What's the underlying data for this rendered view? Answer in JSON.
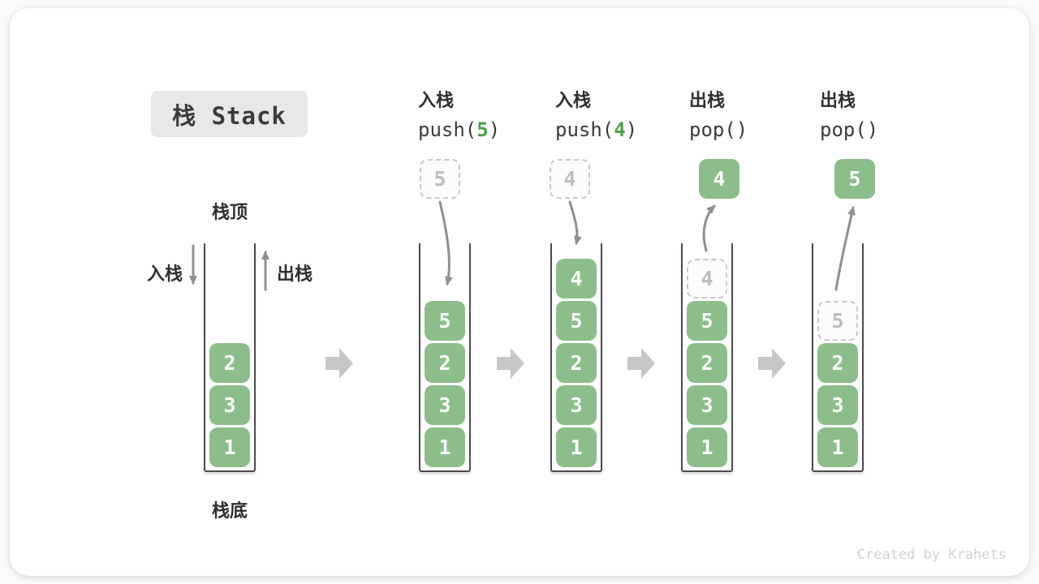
{
  "title": "栈 Stack",
  "watermark": "Created by Krahets",
  "labels": {
    "stack_top": "栈顶",
    "stack_bottom": "栈底",
    "push": "入栈",
    "pop": "出栈"
  },
  "operations": [
    {
      "name": "入栈",
      "code_pre": "push(",
      "arg": "5",
      "code_post": ")"
    },
    {
      "name": "入栈",
      "code_pre": "push(",
      "arg": "4",
      "code_post": ")"
    },
    {
      "name": "出栈",
      "code_pre": "pop(",
      "arg": "",
      "code_post": ")"
    },
    {
      "name": "出栈",
      "code_pre": "pop(",
      "arg": "",
      "code_post": ")"
    }
  ],
  "stacks": [
    {
      "blocks": [
        "2",
        "3",
        "1"
      ]
    },
    {
      "flying_value": "5",
      "flying_style": "dashed",
      "blocks": [
        "5",
        "2",
        "3",
        "1"
      ]
    },
    {
      "flying_value": "4",
      "flying_style": "dashed",
      "blocks": [
        "4",
        "5",
        "2",
        "3",
        "1"
      ]
    },
    {
      "flying_value": "4",
      "flying_style": "solid",
      "ghost_value": "4",
      "blocks": [
        "5",
        "2",
        "3",
        "1"
      ]
    },
    {
      "flying_value": "5",
      "flying_style": "solid",
      "ghost_value": "5",
      "blocks": [
        "2",
        "3",
        "1"
      ]
    }
  ],
  "colors": {
    "block_green": "#8cbe8b",
    "code_arg_green": "#4e9e4e",
    "text_dark": "#3b3b3b",
    "curve_arrow": "#8f8f8f",
    "flow_arrow": "#c6c6c6",
    "ghost_border": "#c9c9c9",
    "ghost_text": "#bdbdbd",
    "title_bg": "#e8e8e8",
    "wall": "#4c4c4c",
    "watermark_gray": "#d2d2d2"
  }
}
